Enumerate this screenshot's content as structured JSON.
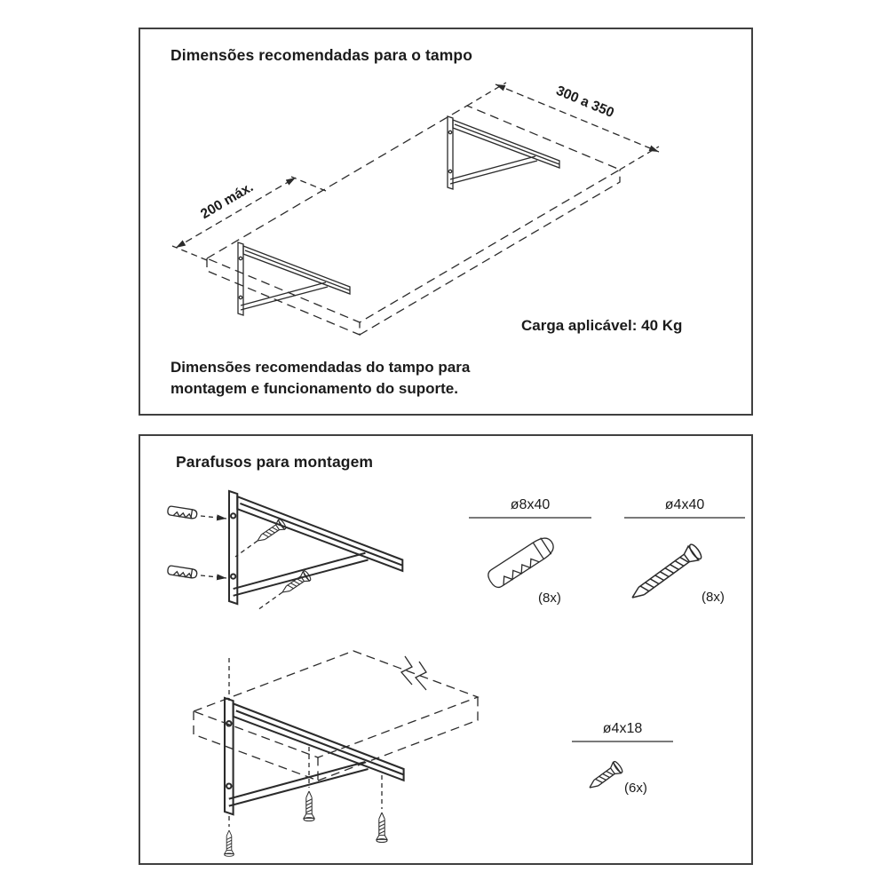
{
  "panel1": {
    "title": "Dimensões recomendadas para o tampo",
    "dim_width_label": "300 a 350",
    "dim_depth_label": "200 máx.",
    "load_label": "Carga aplicável: 40 Kg",
    "caption_line1": "Dimensões recomendadas do tampo para",
    "caption_line2": "montagem e funcionamento do suporte."
  },
  "panel2": {
    "title": "Parafusos para montagem",
    "specs": [
      {
        "size": "ø8x40",
        "qty": "(8x)"
      },
      {
        "size": "ø4x40",
        "qty": "(8x)"
      },
      {
        "size": "ø4x18",
        "qty": "(6x)"
      }
    ]
  }
}
